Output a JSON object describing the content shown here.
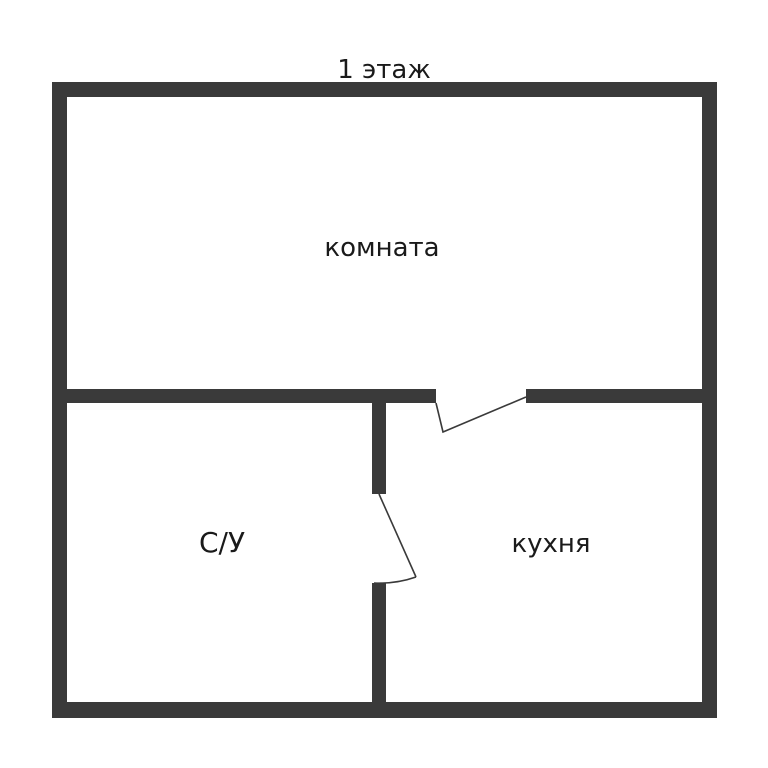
{
  "floor": {
    "title": "1 этаж"
  },
  "rooms": {
    "room": "комната",
    "bathroom": "С/У",
    "kitchen": "кухня"
  },
  "colors": {
    "wall": "#3a3a3a",
    "background": "#ffffff",
    "text": "#1a1a1a"
  }
}
